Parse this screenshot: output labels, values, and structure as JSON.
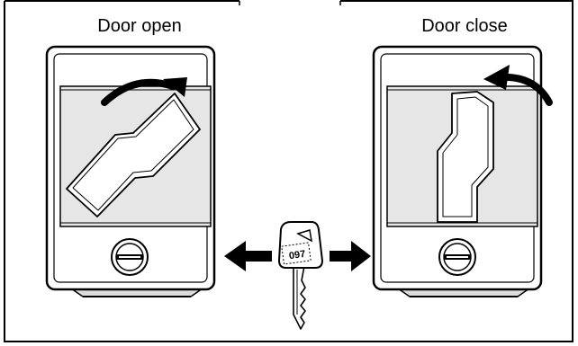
{
  "captions": {
    "open": "Door open",
    "close": "Door close"
  },
  "key": {
    "tag_text": "097"
  }
}
